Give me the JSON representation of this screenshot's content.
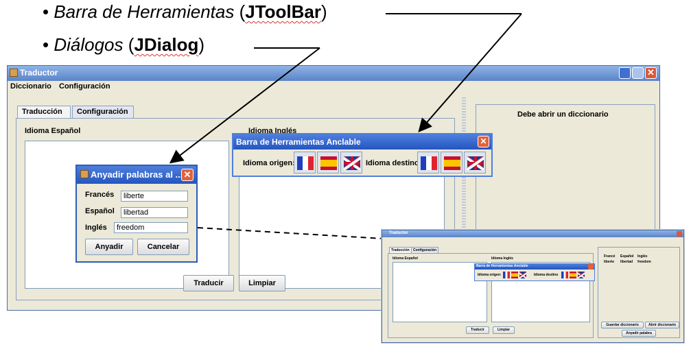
{
  "bullets": [
    {
      "marker": "•",
      "italic": "Barra de Herramientas",
      "open": "(",
      "bold": "JToolBar",
      "close": ")"
    },
    {
      "marker": "•",
      "italic": "Diálogos",
      "open": "(",
      "bold": "JDialog",
      "close": ")"
    }
  ],
  "main_window": {
    "title": "Traductor",
    "menu": [
      "Diccionario",
      "Configuración"
    ],
    "tabs": [
      "Traducción",
      "Configuración"
    ],
    "left_label": "Idioma Español",
    "right_label": "Idioma Inglés",
    "right_panel_message": "Debe abrir un diccionario",
    "buttons": {
      "translate": "Traducir",
      "clear": "Limpiar"
    }
  },
  "toolbar_window": {
    "title": "Barra de Herramientas Anclable",
    "origin_label": "Idioma origen:",
    "target_label": "Idioma destino",
    "flags": [
      "france-flag-icon",
      "spain-flag-icon",
      "uk-flag-icon"
    ]
  },
  "dialog": {
    "title": "Anyadir palabras al ...",
    "fields": [
      {
        "label": "Francés",
        "value": "liberte"
      },
      {
        "label": "Español",
        "value": "libertad"
      },
      {
        "label": "Inglés",
        "value": "freedom"
      }
    ],
    "buttons": {
      "add": "Anyadir",
      "cancel": "Cancelar"
    }
  },
  "small_window": {
    "title": "Traductor",
    "tabs": [
      "Traducción",
      "Configuración"
    ],
    "left_label": "Idioma Español",
    "right_label": "Idioma Inglés",
    "toolbar_title": "Barra de Herramientas Anclable",
    "origin_label": "Idioma origen:",
    "target_label": "Idioma destino",
    "table_headers": [
      "Francé",
      "Español",
      "Inglés"
    ],
    "table_row": [
      "liberte",
      "libertad",
      "freedom"
    ],
    "buttons": {
      "translate": "Traducir",
      "clear": "Limpiar",
      "save_dict": "Guardar diccionario",
      "open_dict": "Abrir diccionario",
      "add_word": "Anyadir palabra"
    }
  },
  "colors": {
    "title_gradient_top": "#8fb3e6",
    "dialog_title": "#2455c0",
    "close_button": "#e0623e"
  }
}
